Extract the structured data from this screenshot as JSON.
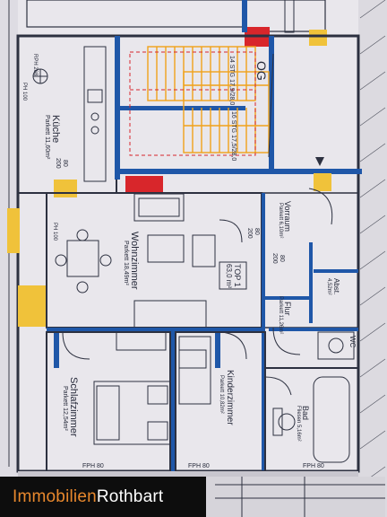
{
  "photo": {
    "subject": "floor-plan-photo",
    "colors": {
      "paper": "#e9e7ec",
      "wall_blue": "#1f57a8",
      "stair_orange": "#f0a21a",
      "highlight_red": "#d8262b",
      "highlight_yellow": "#f0c23a",
      "line_dark": "#2d3140"
    }
  },
  "plan": {
    "floor_label": "OG",
    "stair_top": "14 STG 17,9/28,0",
    "stair_bottom": "16 STG 17,5/28,0",
    "unit_label": "TOP 1",
    "unit_area": "63,0 m²",
    "rooms": {
      "kitchen": "Küche",
      "kitchen_detail": "Parkett 11,60m²",
      "living": "Wohnzimmer",
      "living_detail": "Parkett 18,49m²",
      "hall_a": "Vorraum",
      "hall_a_detail": "Parkett 6,10m²",
      "hall_b": "Flur",
      "hall_b_detail": "Parkett 11,26m²",
      "storage": "Abst.",
      "storage_detail": "4,52m²",
      "wc": "WC",
      "bedroom": "Schlafzimmer",
      "bedroom_detail": "Parkett 12,54m²",
      "kids": "Kinderzimmer",
      "kids_detail": "Parkett 10,82m²",
      "bath": "Bad",
      "bath_detail": "Fliesen 5,16m²"
    },
    "dims": {
      "d80": "80",
      "d200": "200",
      "fph": "FPH 80",
      "ph": "PH 100",
      "rph": "RPH 268"
    }
  },
  "brand": {
    "part1": "Immobilien",
    "part2": "Rothbart"
  }
}
